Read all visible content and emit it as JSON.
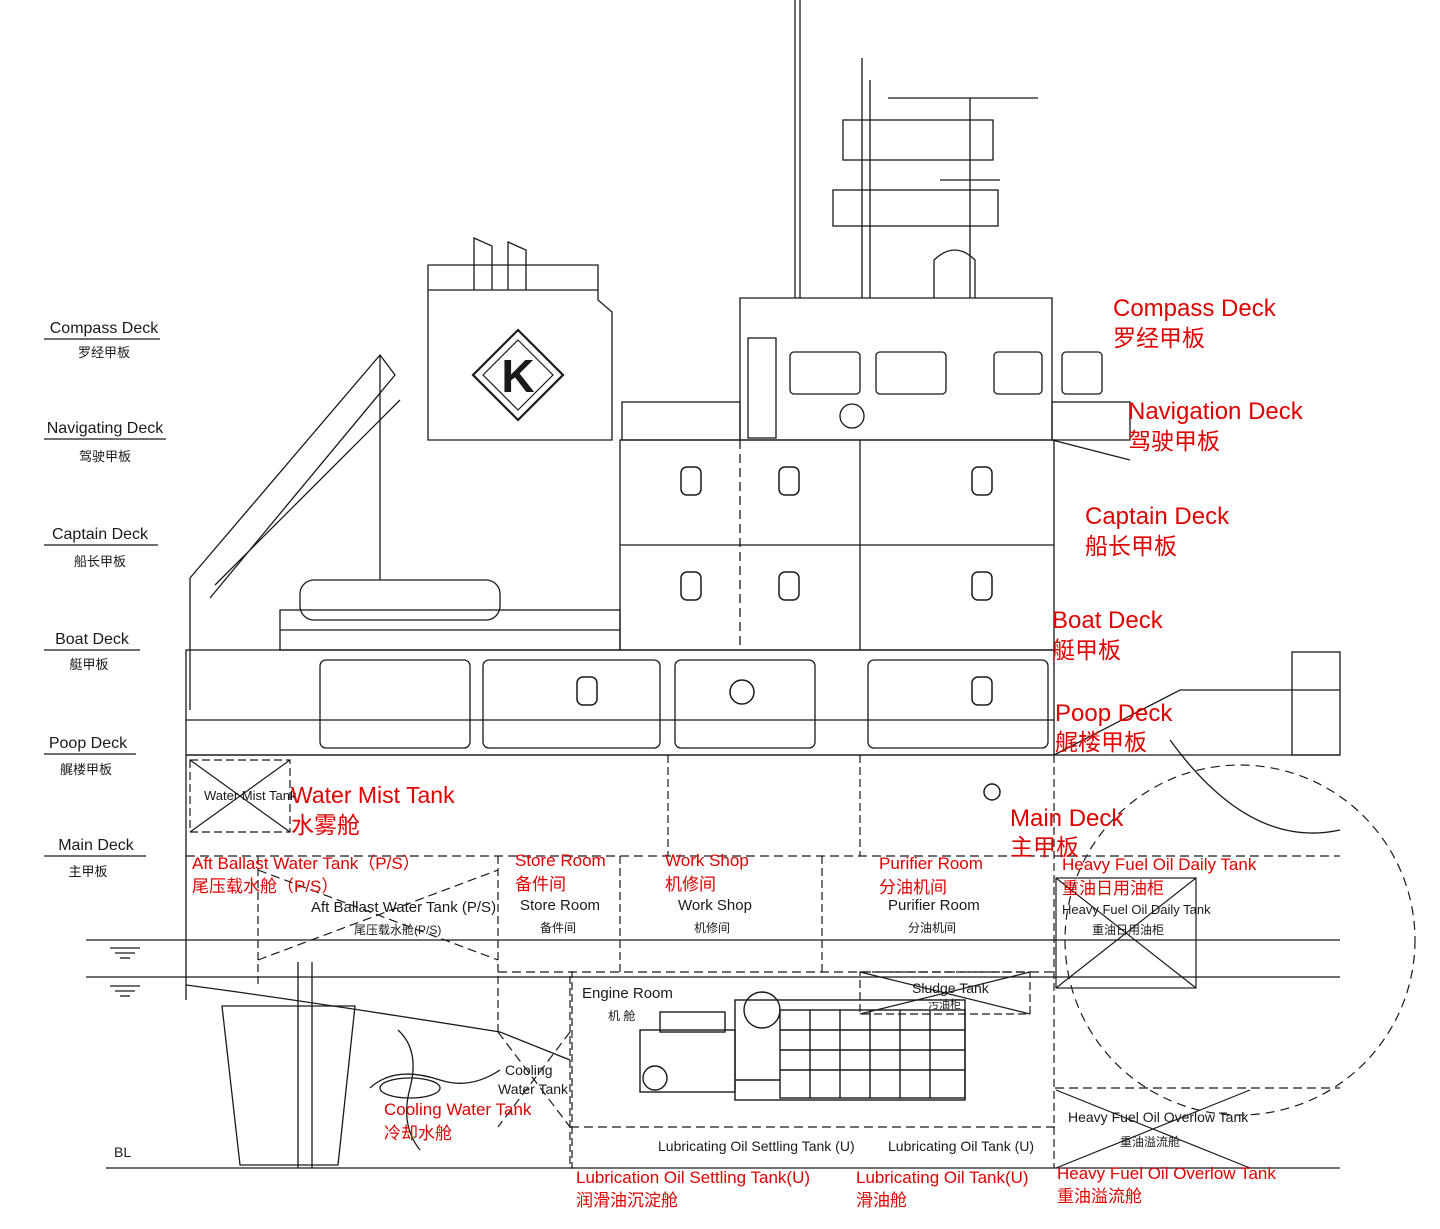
{
  "colors": {
    "line": "#1a1a1a",
    "annotation": "#e00000",
    "background": "#ffffff"
  },
  "logo": {
    "letter": "K"
  },
  "baseline_label": "BL",
  "left_deck_labels": [
    {
      "en": "Compass Deck",
      "cn": "罗经甲板"
    },
    {
      "en": "Navigating Deck",
      "cn": "驾驶甲板"
    },
    {
      "en": "Captain  Deck",
      "cn": "船长甲板"
    },
    {
      "en": "Boat  Deck",
      "cn": "艇甲板"
    },
    {
      "en": "Poop Deck",
      "cn": "艉楼甲板"
    },
    {
      "en": "Main  Deck",
      "cn": "主甲板"
    }
  ],
  "right_deck_labels": [
    {
      "en": "Compass  Deck",
      "cn": "罗经甲板"
    },
    {
      "en": "Navigation Deck",
      "cn": "驾驶甲板"
    },
    {
      "en": "Captain Deck",
      "cn": "船长甲板"
    },
    {
      "en": "Boat Deck",
      "cn": "艇甲板"
    },
    {
      "en": "Poop Deck",
      "cn": "艉楼甲板"
    },
    {
      "en": "Main Deck",
      "cn": "主甲板"
    }
  ],
  "drawing_labels": {
    "water_mist": "Water Mist Tank",
    "aft_ballast": "Aft Ballast Water Tank (P/S)",
    "aft_ballast_cn": "尾压载水舱(P/S)",
    "store_room": "Store Room",
    "store_room_cn": "备件间",
    "work_shop": "Work Shop",
    "work_shop_cn": "机修间",
    "purifier": "Purifier Room",
    "purifier_cn": "分油机间",
    "hfo_daily": "Heavy Fuel Oil Daily Tank",
    "hfo_daily_cn": "重油日用油柜",
    "engine_room": "Engine Room",
    "engine_room_cn": "机 舱",
    "sludge": "Sludge Tank",
    "sludge_cn": "污油柜",
    "cooling_a": "Cooling",
    "cooling_b": "Water Tank",
    "lo_settling": "Lubricating Oil Settling Tank (U)",
    "lo_tank": "Lubricating Oil Tank (U)",
    "hfo_overflow": "Heavy Fuel Oil Overlow Tank",
    "hfo_overflow_cn": "重油溢流舱"
  },
  "annotations": {
    "water_mist": {
      "en": "Water Mist Tank",
      "cn": "水雾舱"
    },
    "aft_ballast": {
      "en": "Aft Ballast Water Tank（P/S）",
      "cn": "尾压载水舱（P/S）"
    },
    "store_room": {
      "en": "Store Room",
      "cn": "备件间"
    },
    "work_shop": {
      "en": "Work Shop",
      "cn": "机修间"
    },
    "purifier": {
      "en": "Purifier Room",
      "cn": "分油机间"
    },
    "hfo_daily": {
      "en": "Heavy Fuel Oil Daily Tank",
      "cn": "重油日用油柜"
    },
    "cooling": {
      "en": "Cooling  Water Tank",
      "cn": "冷却水舱"
    },
    "lo_settling": {
      "en": "Lubrication  Oil Settling  Tank(U)",
      "cn": "润滑油沉淀舱"
    },
    "lo_tank": {
      "en": "Lubricating  Oil Tank(U)",
      "cn": "滑油舱"
    },
    "hfo_overflow": {
      "en": "Heavy  Fuel Oil Overlow Tank",
      "cn": "重油溢流舱"
    }
  }
}
